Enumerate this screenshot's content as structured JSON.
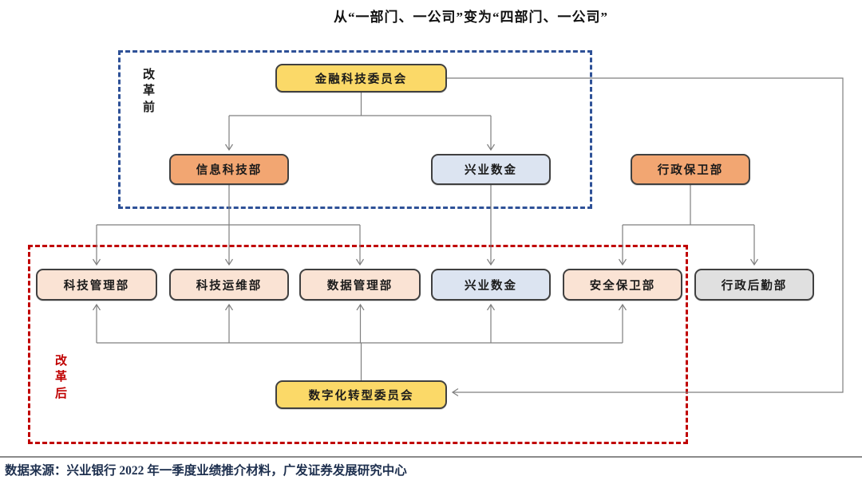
{
  "title": "从“一部门、一公司”变为“四部门、一公司”",
  "groups": {
    "before": {
      "label": "改革前",
      "border_color": "#2e5197"
    },
    "after": {
      "label": "改革后",
      "border_color": "#c00000"
    }
  },
  "nodes": {
    "fintech_committee": {
      "label": "金融科技委员会",
      "fill": "#FBD968"
    },
    "info_tech_dept": {
      "label": "信息科技部",
      "fill": "#F2A672"
    },
    "cib_fintech_top": {
      "label": "兴业数金",
      "fill": "#DCE4F1"
    },
    "admin_security_dept": {
      "label": "行政保卫部",
      "fill": "#F2A672"
    },
    "tech_mgmt_dept": {
      "label": "科技管理部",
      "fill": "#FAE3D4"
    },
    "tech_ops_dept": {
      "label": "科技运维部",
      "fill": "#FAE3D4"
    },
    "data_mgmt_dept": {
      "label": "数据管理部",
      "fill": "#FAE3D4"
    },
    "cib_fintech_bottom": {
      "label": "兴业数金",
      "fill": "#DCE4F1"
    },
    "security_dept": {
      "label": "安全保卫部",
      "fill": "#FAE3D4"
    },
    "admin_logistics_dept": {
      "label": "行政后勤部",
      "fill": "#E0E0E0"
    },
    "digital_committee": {
      "label": "数字化转型委员会",
      "fill": "#FBD968"
    }
  },
  "edges": [
    {
      "from": "金融科技委员会",
      "to": "信息科技部"
    },
    {
      "from": "金融科技委员会",
      "to": "兴业数金(改革前)"
    },
    {
      "from": "金融科技委员会",
      "to": "数字化转型委员会"
    },
    {
      "from": "信息科技部",
      "to": "科技管理部"
    },
    {
      "from": "信息科技部",
      "to": "科技运维部"
    },
    {
      "from": "信息科技部",
      "to": "数据管理部"
    },
    {
      "from": "兴业数金(改革前)",
      "to": "兴业数金(改革后)"
    },
    {
      "from": "行政保卫部",
      "to": "安全保卫部"
    },
    {
      "from": "行政保卫部",
      "to": "行政后勤部"
    },
    {
      "from": "数字化转型委员会",
      "to": "科技管理部"
    },
    {
      "from": "数字化转型委员会",
      "to": "科技运维部"
    },
    {
      "from": "数字化转型委员会",
      "to": "数据管理部"
    },
    {
      "from": "数字化转型委员会",
      "to": "兴业数金(改革后)"
    },
    {
      "from": "数字化转型委员会",
      "to": "安全保卫部"
    }
  ],
  "connector_color": "#7f7f7f",
  "source": "数据来源：兴业银行 2022 年一季度业绩推介材料，广发证券发展研究中心"
}
